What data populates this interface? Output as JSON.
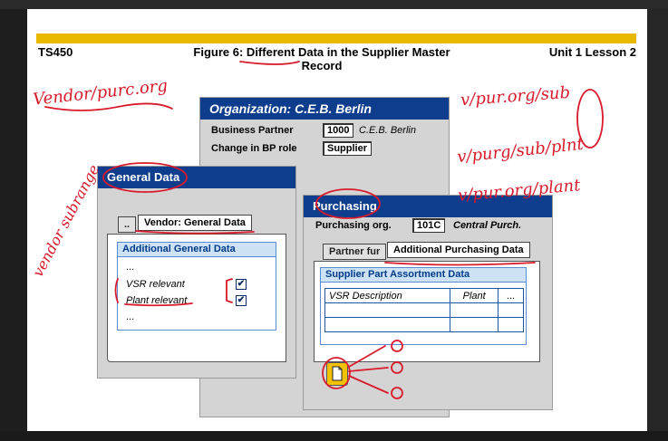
{
  "header": {
    "course": "TS450",
    "figure_title": "Figure 6: Different Data in the Supplier Master Record",
    "unit": "Unit 1 Lesson 2"
  },
  "organization": {
    "title": "Organization: C.E.B. Berlin",
    "business_partner_label": "Business Partner",
    "business_partner_value": "1000",
    "business_partner_name": "C.E.B. Berlin",
    "bp_role_label": "Change in BP role",
    "bp_role_value": "Supplier"
  },
  "general_data": {
    "title": "General Data",
    "tab_back": "..",
    "tab_front": "Vendor: General Data",
    "sub_title": "Additional General Data",
    "rows": [
      "...",
      "VSR relevant",
      "Plant relevant",
      "..."
    ]
  },
  "purchasing": {
    "title": "Purchasing",
    "org_label": "Purchasing org.",
    "org_value": "101C",
    "org_name": "Central Purch.",
    "tab_back": "Partner fur",
    "tab_front": "Additional Purchasing Data",
    "sub_title": "Supplier Part Assortment Data",
    "columns": [
      "VSR Description",
      "Plant",
      "..."
    ]
  },
  "annotations": {
    "vendor_org": "Vendor/purc.org",
    "vendor_subrange": "vendor subrange",
    "path1": "v/pur.org/sub",
    "path2": "v/purg/sub/plnt",
    "path3": "v/pur.org/plant"
  },
  "colors": {
    "accent_gold": "#e8b800",
    "panel_blue": "#0d3d8c",
    "ink_red": "#d91a2a"
  }
}
